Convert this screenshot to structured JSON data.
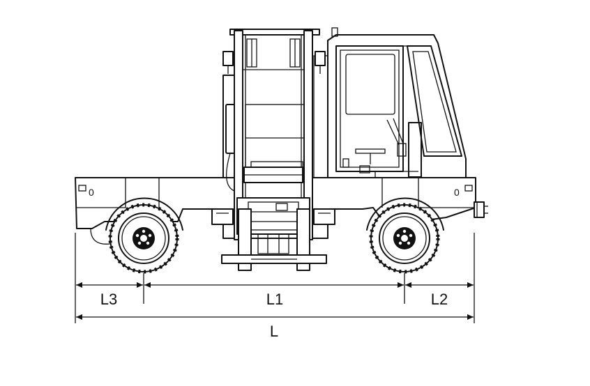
{
  "dimensions": {
    "l3": "L3",
    "l1": "L1",
    "l2": "L2",
    "l": "L"
  },
  "markings": {
    "left_zero": "0",
    "right_zero": "0"
  }
}
